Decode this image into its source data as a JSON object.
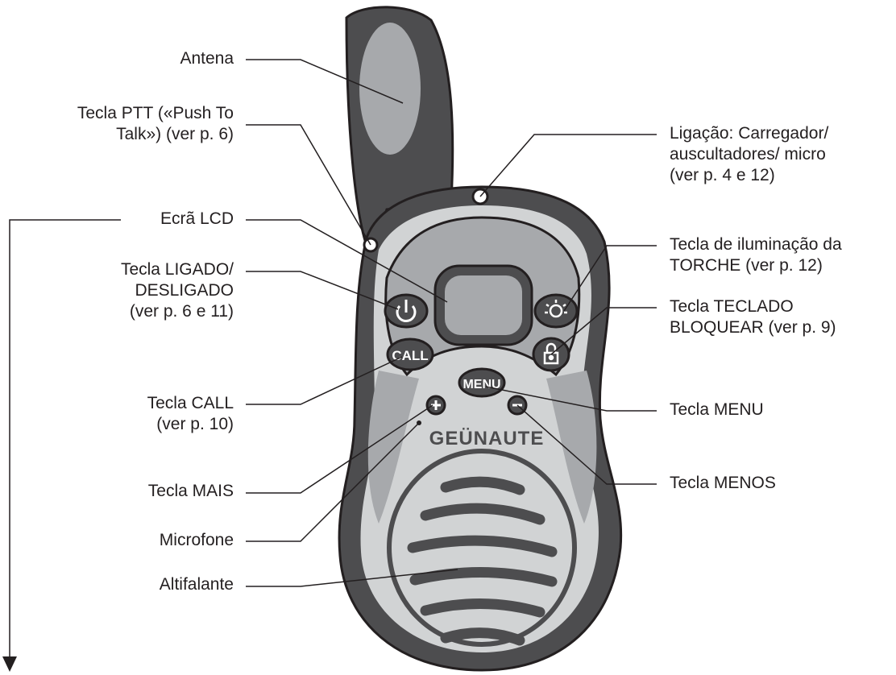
{
  "labels": {
    "antenna": [
      "Antena"
    ],
    "ptt": [
      "Tecla PTT («Push To",
      "Talk») (ver p. 6)"
    ],
    "lcd": [
      "Ecrã LCD"
    ],
    "power": [
      "Tecla LIGADO/",
      "DESLIGADO",
      "(ver p. 6 e 11)"
    ],
    "call": [
      "Tecla CALL",
      "(ver p. 10)"
    ],
    "plus": [
      "Tecla MAIS"
    ],
    "mic": [
      "Microfone"
    ],
    "speaker": [
      "Altifalante"
    ],
    "connector": [
      "Ligação: Carregador/",
      "auscultadores/ micro",
      "(ver p. 4 e 12)"
    ],
    "torch": [
      "Tecla de iluminação da",
      "TORCHE (ver p. 12)"
    ],
    "lock": [
      "Tecla TECLADO",
      "BLOQUEAR (ver p. 9)"
    ],
    "menu": [
      "Tecla MENU"
    ],
    "minus": [
      "Tecla MENOS"
    ]
  },
  "buttons": {
    "call_text": "CALL",
    "menu_text": "MENU"
  },
  "brand": "GEÜNAUTE",
  "icons": [
    "power-icon",
    "torch-icon",
    "lock-icon",
    "plus-icon",
    "minus-icon"
  ],
  "colors": {
    "dark": "#4d4d4f",
    "mid": "#a7a9ac",
    "light": "#d1d3d4",
    "outline": "#231f20"
  }
}
